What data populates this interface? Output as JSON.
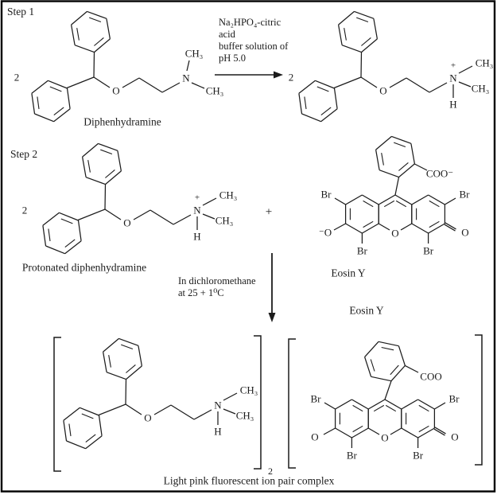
{
  "scheme": {
    "step1_label": "Step 1",
    "step2_label": "Step 2",
    "step1_conditions": {
      "line1": "Na₂HPO₄-citric",
      "line2": "acid",
      "line3": "buffer solution of",
      "line4": "pH 5.0"
    },
    "step2_conditions": {
      "line1": "In dichloromethane",
      "line2": "at 25 + 1⁰C"
    },
    "plus_operator": "+",
    "coefficient_2": "2",
    "complex_subscript": "2",
    "molecule_labels": {
      "diphenhydramine": "Diphenhydramine",
      "protonated_diphenhydramine": "Protonated diphenhydramine",
      "eosin_step2": "Eosin Y",
      "eosin_product": "Eosin Y",
      "product": "Light pink fluorescent ion pair complex"
    },
    "atoms": {
      "O": "O",
      "N": "N",
      "H": "H",
      "CH3": "CH₃",
      "Br": "Br",
      "plus_charge": "+",
      "COO_minus": "COO⁻",
      "COO": "COO",
      "O_minus": "⁻O"
    }
  },
  "colors": {
    "line": "#1c1c1c",
    "border": "#000000",
    "background": "#ffffff"
  }
}
